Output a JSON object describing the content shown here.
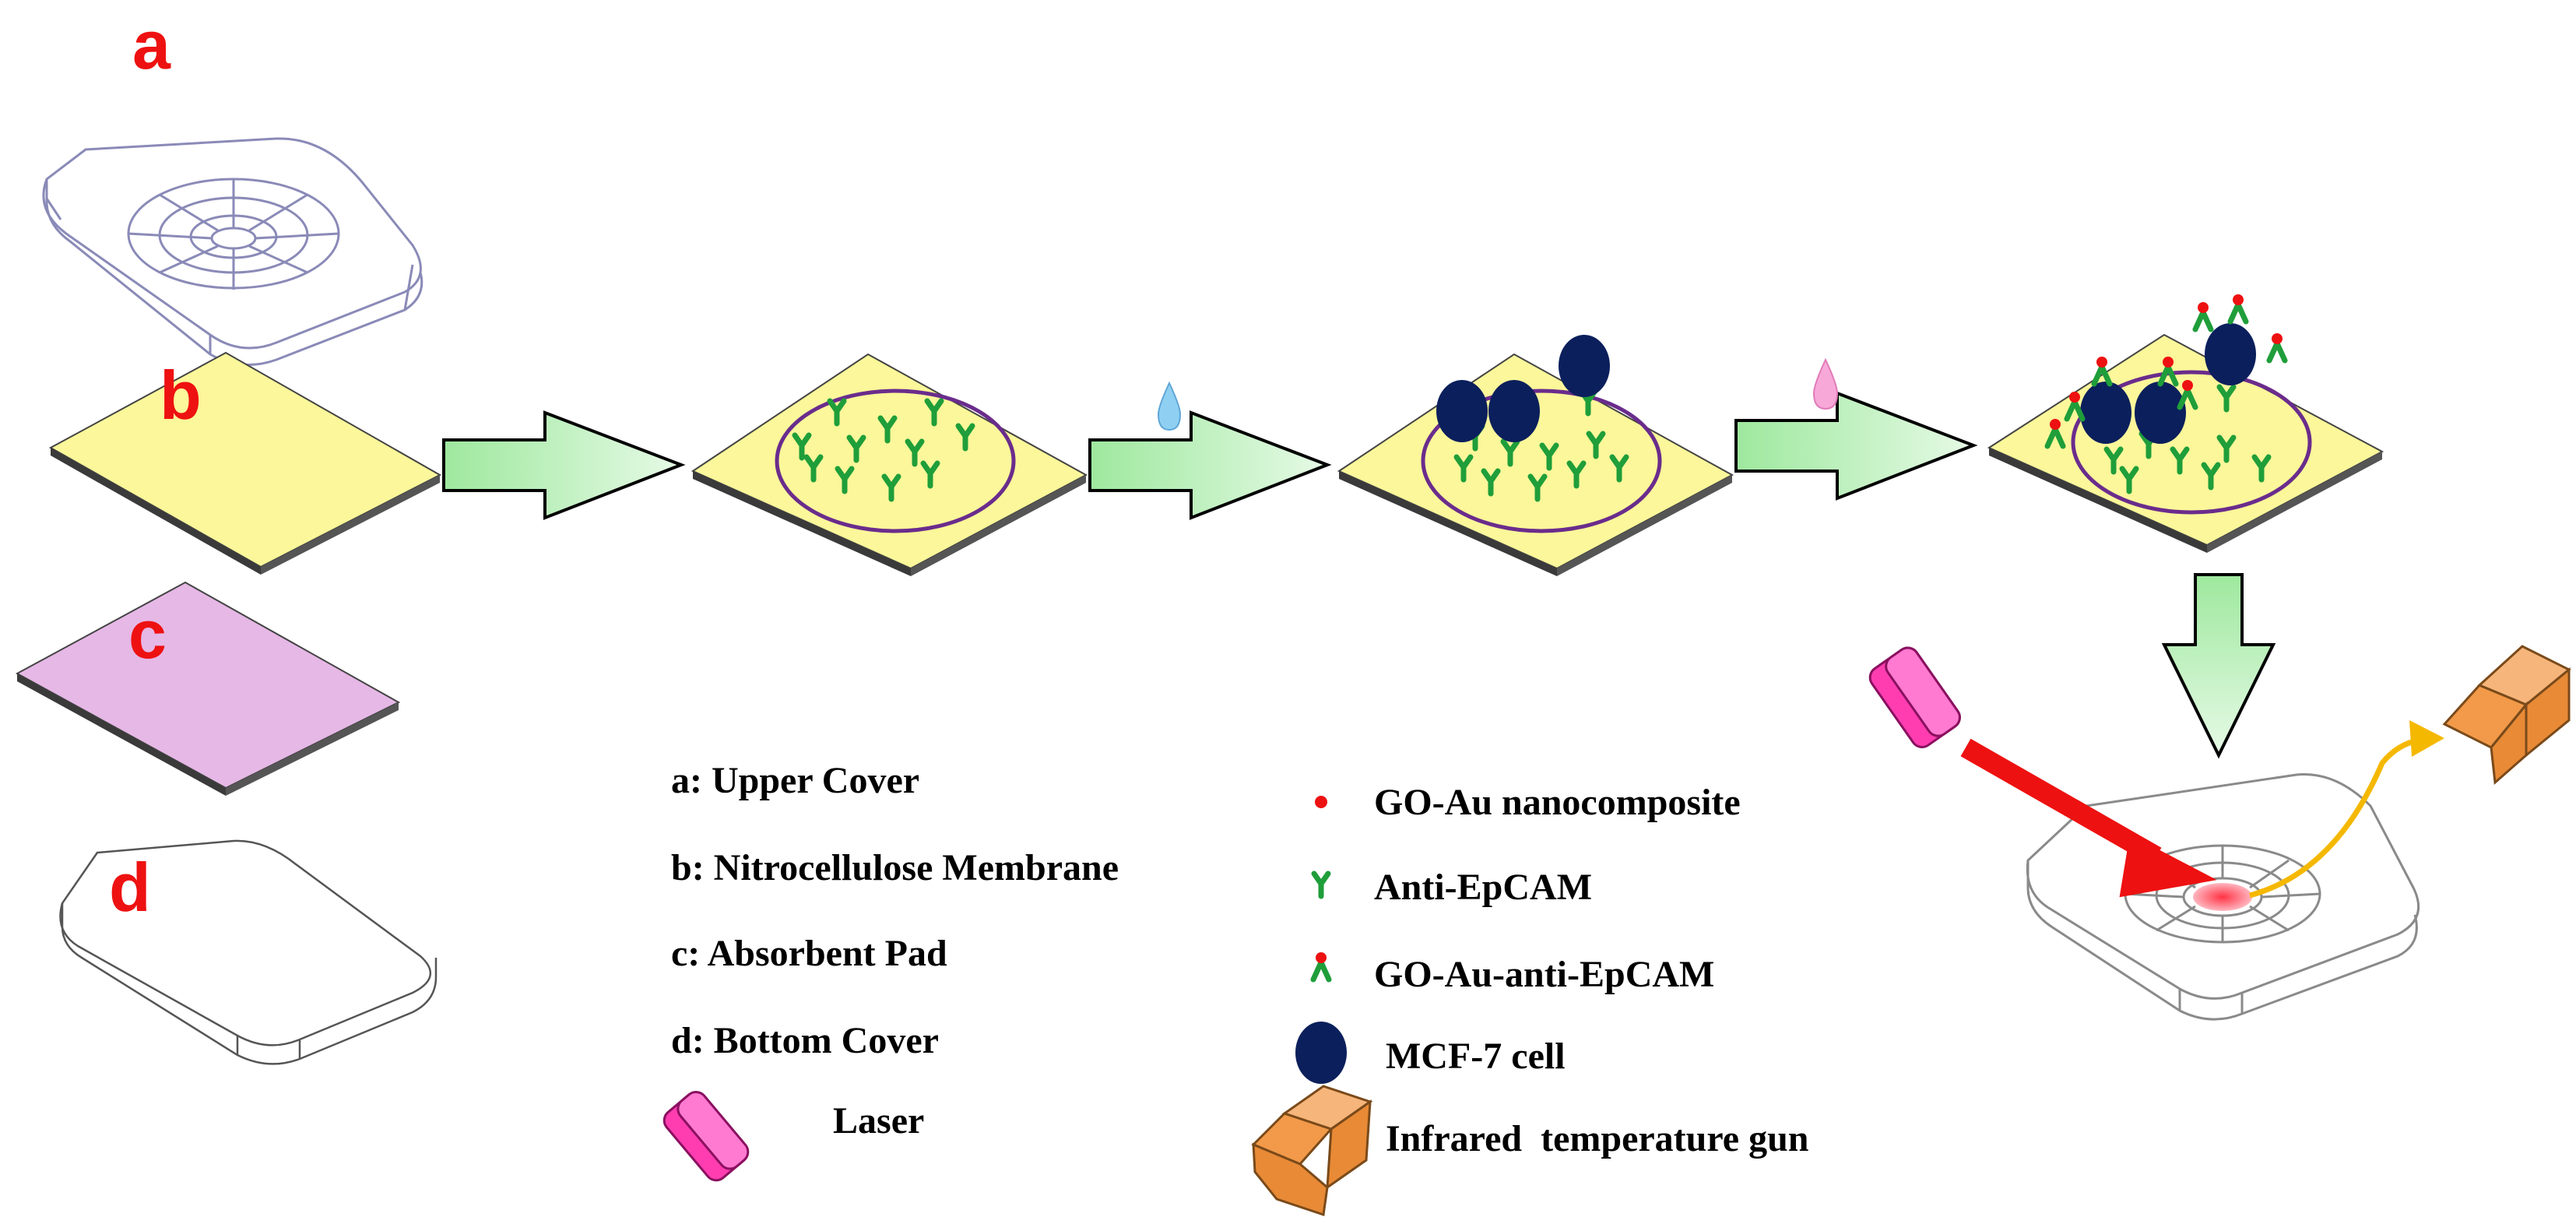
{
  "part_letters": {
    "a": "a",
    "b": "b",
    "c": "c",
    "d": "d"
  },
  "parts_legend": [
    "a: Upper Cover",
    "b: Nitrocellulose Membrane",
    "c: Absorbent Pad",
    "d: Bottom Cover"
  ],
  "laser_label": "Laser",
  "symbol_legend": [
    {
      "symbol": "red-dot-icon",
      "label": "GO-Au nanocomposite"
    },
    {
      "symbol": "green-antibody-icon",
      "label": "Anti-EpCAM"
    },
    {
      "symbol": "conjugate-antibody-icon",
      "label": "GO-Au-anti-EpCAM"
    },
    {
      "symbol": "cell-icon",
      "label": "MCF-7 cell"
    },
    {
      "symbol": "thermometer-gun-icon",
      "label": "Infrared  temperature gun"
    }
  ],
  "colors": {
    "membrane": "#fbf79a",
    "absorbent_pad": "#e6b8e6",
    "arrow_fill": "#c6f3c6",
    "cell": "#0b1f5c",
    "antibody": "#1f9e3a",
    "nanocomposite": "#ee1111",
    "laser": "#ff3db0",
    "gun": "#f29a4a",
    "circle": "#6a2c8c",
    "part_letter": "#ee1111"
  }
}
